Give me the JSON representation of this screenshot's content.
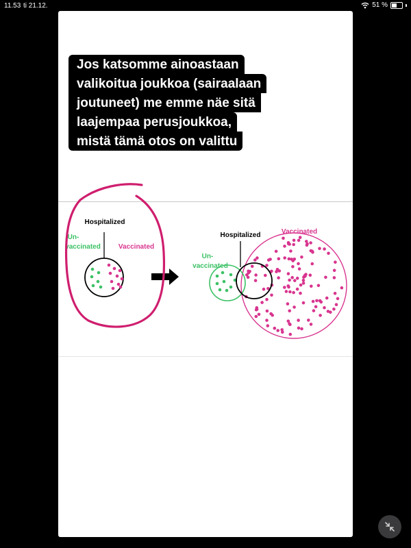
{
  "status_bar": {
    "time": "11.53",
    "date": "ti 21.12.",
    "battery_text": "51 %",
    "battery_level": 0.51
  },
  "caption": {
    "lines": [
      "Jos katsomme ainoastaan",
      "valikoitua joukkoa (sairaalaan",
      "joutuneet) me emme näe sitä",
      "laajempaa perusjoukkoa,",
      "mistä tämä otos on valittu"
    ]
  },
  "figure": {
    "left": {
      "hospitalized": "Hospitalized",
      "unvaccinated_1": "Un-",
      "unvaccinated_2": "vaccinated",
      "vaccinated": "Vaccinated"
    },
    "right": {
      "hospitalized": "Hospitalized",
      "vaccinated": "Vaccinated",
      "unvaccinated_1": "Un-",
      "unvaccinated_2": "vaccinated"
    },
    "colors": {
      "green": "#3cc165",
      "magenta": "#d8358f",
      "annotation": "#cf1e6e"
    }
  },
  "icons": {
    "wifi": "wifi-icon",
    "battery": "battery-icon",
    "minimize": "minimize-icon"
  }
}
